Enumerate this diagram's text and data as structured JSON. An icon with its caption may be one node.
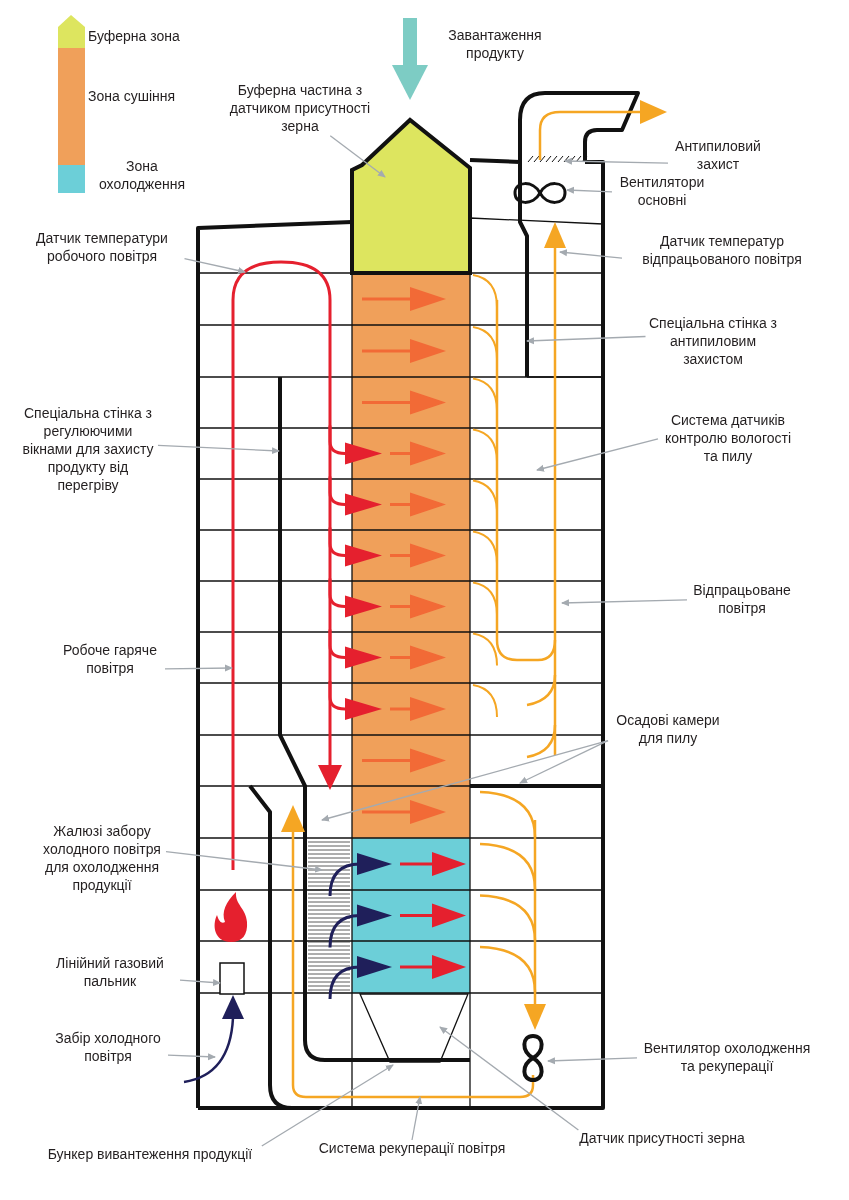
{
  "diagram": {
    "nodes": [
      {
        "text": [
          "Буферна частина з датчиком присутності зерна"
        ]
      },
      {
        "text": [
          "Датчик температури робочого повітря"
        ]
      },
      {
        "text": [
          "Антипиловий захист"
        ]
      },
      {
        "text": [
          "Вентилятори основні"
        ]
      },
      {
        "text": [
          "Датчик температур відпрацьованого повітря"
        ]
      },
      {
        "text": [
          "Спеціальна стінка з антипиловим захистом"
        ]
      },
      {
        "text": [
          "Спеціальна стінка з регулюючими вікнами для захисту продукту від перегріву"
        ]
      },
      {
        "text": [
          "Система датчиків контролю вологості та пилу"
        ]
      },
      {
        "text": [
          "Відпрацьоване повітря"
        ]
      },
      {
        "text": [
          "Робоче гаряче повітря"
        ]
      },
      {
        "text": [
          "Осадові камери для пилу"
        ]
      },
      {
        "text": [
          "Жалюзі забору холодного повітря для охолодження продукції"
        ]
      },
      {
        "text": [
          "Лінійний газовий пальник"
        ]
      },
      {
        "text": [
          "Забір холодного повітря"
        ]
      },
      {
        "text": [
          "Вентилятор охолодження та рекуперації"
        ]
      },
      {
        "text": [
          "Бункер вивантеження продукції"
        ]
      },
      {
        "text": [
          "Система рекуперації повітря"
        ]
      },
      {
        "text": [
          "Датчик присутності зерна"
        ]
      }
    ],
    "edges": [
      {
        "from": 0,
        "to": null,
        "arrow": "to"
      },
      {
        "from": 1,
        "to": null,
        "arrow": "to"
      },
      {
        "from": 2,
        "to": null,
        "arrow": "to"
      },
      {
        "from": 3,
        "to": null,
        "arrow": "to"
      },
      {
        "from": 4,
        "to": null,
        "arrow": "to"
      },
      {
        "from": 5,
        "to": null,
        "arrow": "to"
      },
      {
        "from": 6,
        "to": null,
        "arrow": "to"
      },
      {
        "from": 7,
        "to": null,
        "arrow": "to"
      },
      {
        "from": 8,
        "to": null,
        "arrow": "to"
      },
      {
        "from": 9,
        "to": null,
        "arrow": "to"
      },
      {
        "from": 10,
        "to": null,
        "arrow": "to"
      },
      {
        "from": 10,
        "to": null,
        "arrow": "to"
      },
      {
        "from": 11,
        "to": null,
        "arrow": "to"
      },
      {
        "from": 12,
        "to": null,
        "arrow": "to"
      },
      {
        "from": 13,
        "to": null,
        "arrow": "to"
      },
      {
        "from": 14,
        "to": null,
        "arrow": "to"
      },
      {
        "from": 15,
        "to": null,
        "arrow": "to"
      },
      {
        "from": 16,
        "to": null,
        "arrow": "to"
      },
      {
        "from": 17,
        "to": null,
        "arrow": "to"
      }
    ],
    "labels": [
      "Завантаження продукту"
    ],
    "legend": [
      {
        "text": "Буферна зона",
        "color": "#dde55f"
      },
      {
        "text": "Зона сушіння",
        "color": "#f0a05a"
      },
      {
        "text": "Зона охолодження",
        "color": "#6ccfd8"
      }
    ]
  }
}
